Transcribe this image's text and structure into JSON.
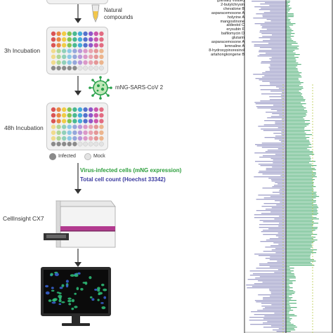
{
  "workflow": {
    "natural_compounds": "Natural\ncompounds",
    "incubation_3h": "3h Incubation",
    "virus": "mNG-SARS-CoV 2",
    "incubation_48h": "48h Incubation",
    "legend_infected": "Infected",
    "legend_mock": "Mock",
    "readout_virus": "Virus-infected cells (mNG expression)",
    "readout_total": "Total cell count (Hoechst 33342)",
    "instrument": "CellInsight CX7"
  },
  "compounds": [
    "(partially visible)",
    "2-butylchrysin",
    "chevalone B",
    "asparacemosone A",
    "holyrine A",
    "mangostinone",
    "aldiestol C",
    "erysubin F",
    "bafilomycin D",
    "glutarin",
    "asparacemosone A",
    "lemnaline A",
    "8-hydroxypinoresinol",
    "artahongkongene B"
  ],
  "colors": {
    "green_bar": "#3fa86a",
    "blue_bar": "#3e3f92",
    "infected_well": "#8a8a8a",
    "mock_well": "#e3e3e3",
    "accent_pink": "#b23a8f",
    "virus_green": "#27a04a"
  }
}
